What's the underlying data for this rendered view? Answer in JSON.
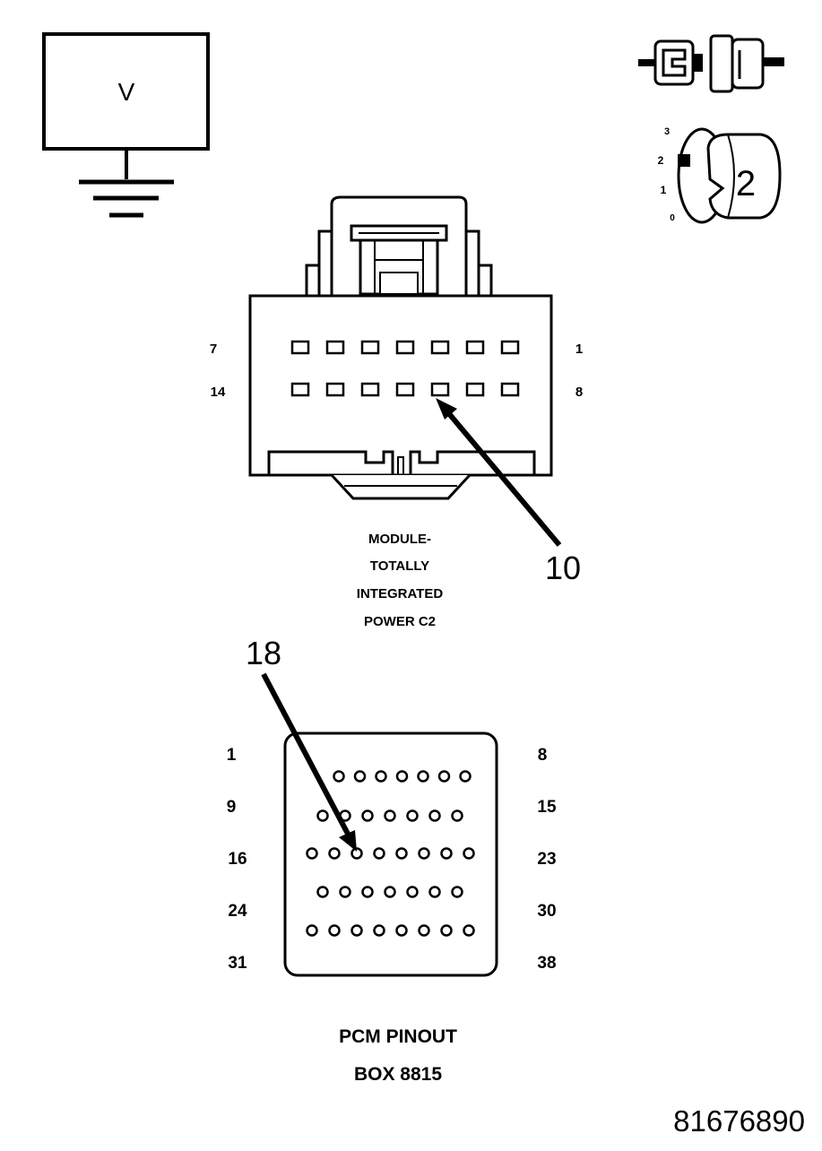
{
  "voltmeter": {
    "label": "V"
  },
  "ignition": {
    "positions": [
      "3",
      "2",
      "1",
      "0"
    ],
    "selected": "2"
  },
  "tipm_connector": {
    "pin_label_top_left": "7",
    "pin_label_top_right": "1",
    "pin_label_bottom_left": "14",
    "pin_label_bottom_right": "8",
    "callout": "10",
    "title_lines": [
      "MODULE-",
      "TOTALLY",
      "INTEGRATED",
      "POWER C2"
    ]
  },
  "pcm_connector": {
    "callout": "18",
    "row_labels_left": [
      "1",
      "9",
      "16",
      "24",
      "31"
    ],
    "row_labels_right": [
      "8",
      "15",
      "23",
      "30",
      "38"
    ],
    "title_lines": [
      "PCM PINOUT",
      "BOX 8815"
    ]
  },
  "figure_id": "81676890"
}
